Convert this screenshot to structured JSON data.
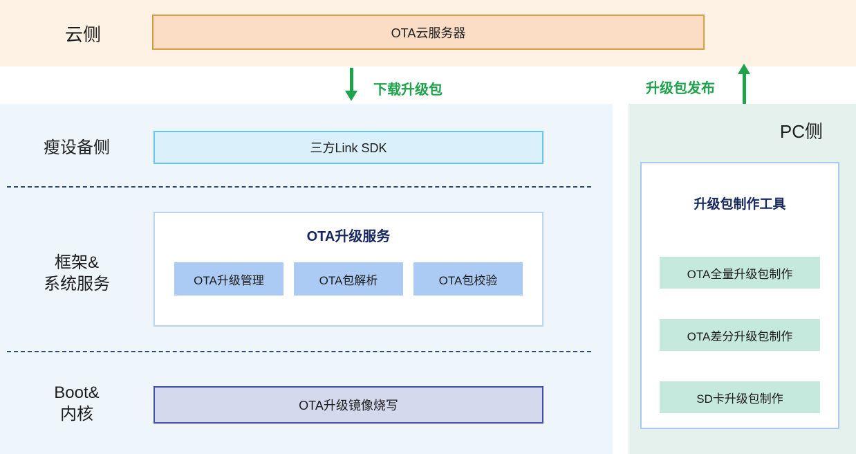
{
  "colors": {
    "cloud_band_bg": "#fdf2e3",
    "server_box_fill": "#fbdcc5",
    "server_box_border": "#d89d3e",
    "arrow_green": "#1ea24b",
    "device_panel_bg": "#eef6fc",
    "sdk_box_fill": "#daf1fb",
    "sdk_box_border": "#62c5e9",
    "service_box_border": "#b9d4ef",
    "title_navy": "#16265e",
    "module_chip_fill": "#abcbf4",
    "flash_box_fill": "#d5d9ee",
    "flash_box_border": "#3f51a3",
    "pc_panel_bg": "#e5f1ed",
    "tool_chip_fill": "#c5e9dc",
    "divider_navy": "#2d4a77"
  },
  "icons": {
    "download": "arrow-down",
    "publish": "arrow-up"
  },
  "cloud": {
    "side_label": "云侧",
    "server_label": "OTA云服务器"
  },
  "arrows": {
    "download_label": "下载升级包",
    "publish_label": "升级包发布"
  },
  "device": {
    "side_label": "瘦设备侧",
    "sdk_label": "三方Link SDK",
    "framework_label_line1": "框架&",
    "framework_label_line2": "系统服务",
    "service_title": "OTA升级服务",
    "modules": [
      "OTA升级管理",
      "OTA包解析",
      "OTA包校验"
    ],
    "boot_label_line1": "Boot&",
    "boot_label_line2": "内核",
    "flash_label": "OTA升级镜像烧写"
  },
  "pc": {
    "side_label": "PC侧",
    "tool_title": "升级包制作工具",
    "tools": [
      "OTA全量升级包制作",
      "OTA差分升级包制作",
      "SD卡升级包制作"
    ]
  }
}
